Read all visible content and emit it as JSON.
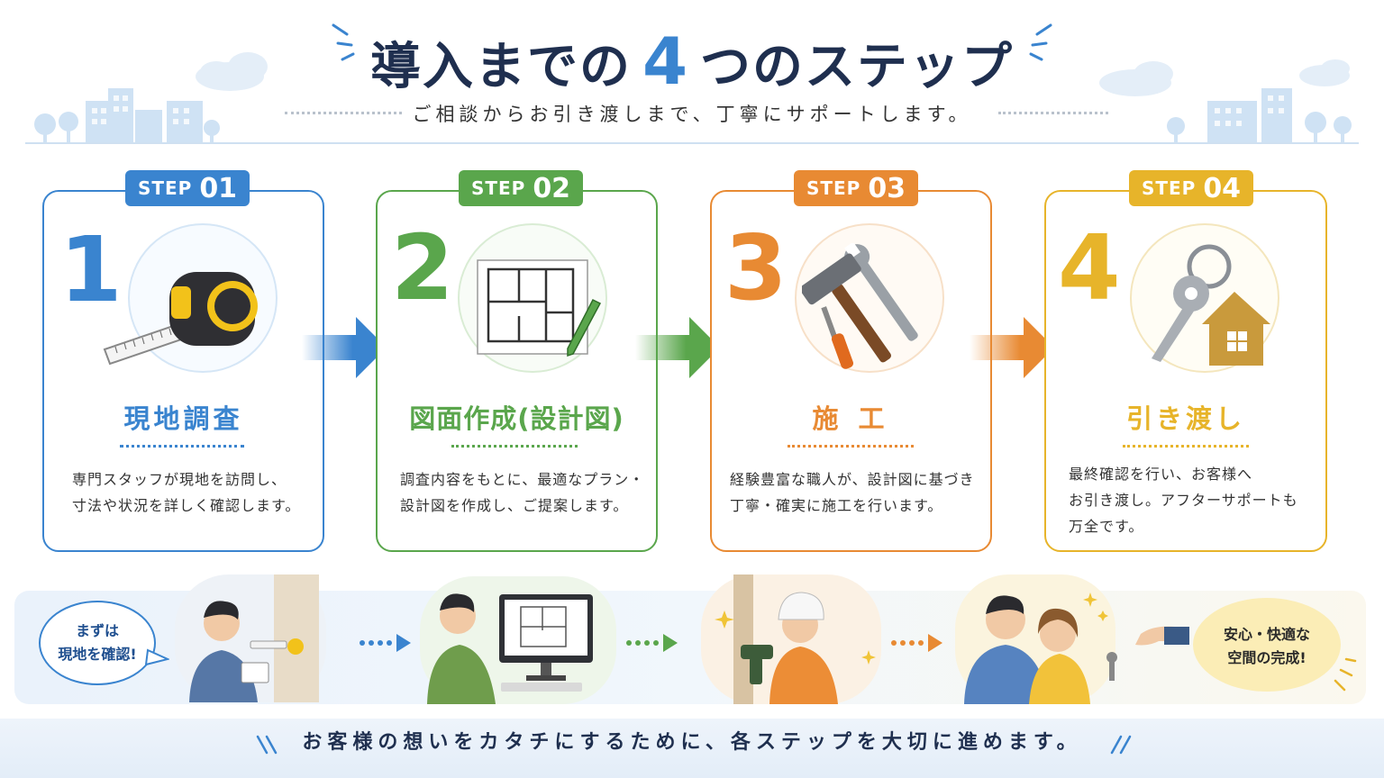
{
  "header": {
    "title_pre": "導入までの",
    "title_num": "4",
    "title_post": "つのステップ",
    "subtitle": "ご相談からお引き渡しまで、丁寧にサポートします。"
  },
  "colors": {
    "blue": "#3a84cf",
    "green": "#5aa64c",
    "orange": "#e88a33",
    "yellow": "#e7b42a",
    "navy": "#1f2f4f"
  },
  "steps": [
    {
      "badge_step": "STEP",
      "badge_num": "01",
      "big_num": "1",
      "icon": "tape-measure-icon",
      "title": "現地調査",
      "desc_lines": [
        "専門スタッフが現地を訪問し、",
        "寸法や状況を詳しく確認します。"
      ]
    },
    {
      "badge_step": "STEP",
      "badge_num": "02",
      "big_num": "2",
      "icon": "floor-plan-icon",
      "title": "図面作成(設計図)",
      "desc_lines": [
        "調査内容をもとに、最適なプラン・",
        "設計図を作成し、ご提案します。"
      ]
    },
    {
      "badge_step": "STEP",
      "badge_num": "03",
      "big_num": "3",
      "icon": "tools-icon",
      "title": "施 工",
      "desc_lines": [
        "経験豊富な職人が、設計図に基づき",
        "丁寧・確実に施工を行います。"
      ]
    },
    {
      "badge_step": "STEP",
      "badge_num": "04",
      "big_num": "4",
      "icon": "house-key-icon",
      "title": "引き渡し",
      "desc_lines": [
        "最終確認を行い、お客様へ",
        "お引き渡し。アフターサポートも",
        "万全です。"
      ]
    }
  ],
  "bottom": {
    "bubble_left": [
      "まずは",
      "現地を確認!"
    ],
    "bubble_right": [
      "安心・快適な",
      "空間の完成!"
    ]
  },
  "footer": {
    "text": "お客様の想いをカタチにするために、各ステップを大切に進めます。"
  }
}
